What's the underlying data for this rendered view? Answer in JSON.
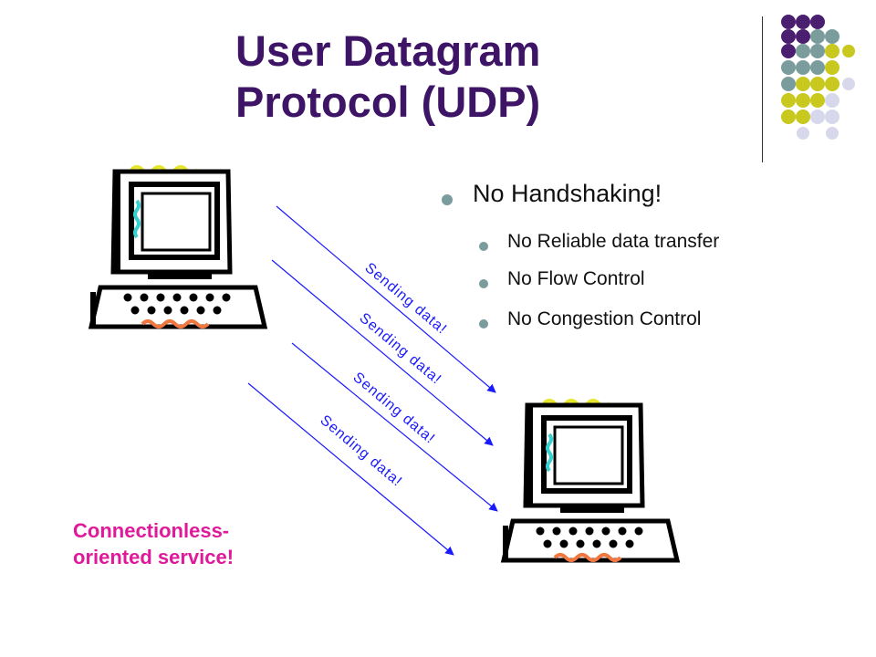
{
  "slide": {
    "title_line1": "User Datagram",
    "title_line2": "Protocol (UDP)",
    "bullet_main": "No Handshaking!",
    "sub_bullets": [
      "No Reliable data transfer",
      "No Flow Control",
      "No Congestion Control"
    ],
    "note_line1": "Connectionless-",
    "note_line2": "oriented service!",
    "arrow_labels": [
      "Sending data!",
      "Sending data!",
      "Sending data!",
      "Sending data!"
    ]
  },
  "colors": {
    "title": "#3d1466",
    "note": "#e0199a",
    "arrow": "#1a1aff",
    "accent_purple": "#4b1f6f",
    "accent_teal": "#7a9c9c",
    "accent_yellow": "#c8c81e",
    "accent_lavender": "#d8d8ec"
  },
  "icons": [
    "computer-icon",
    "computer-icon"
  ]
}
